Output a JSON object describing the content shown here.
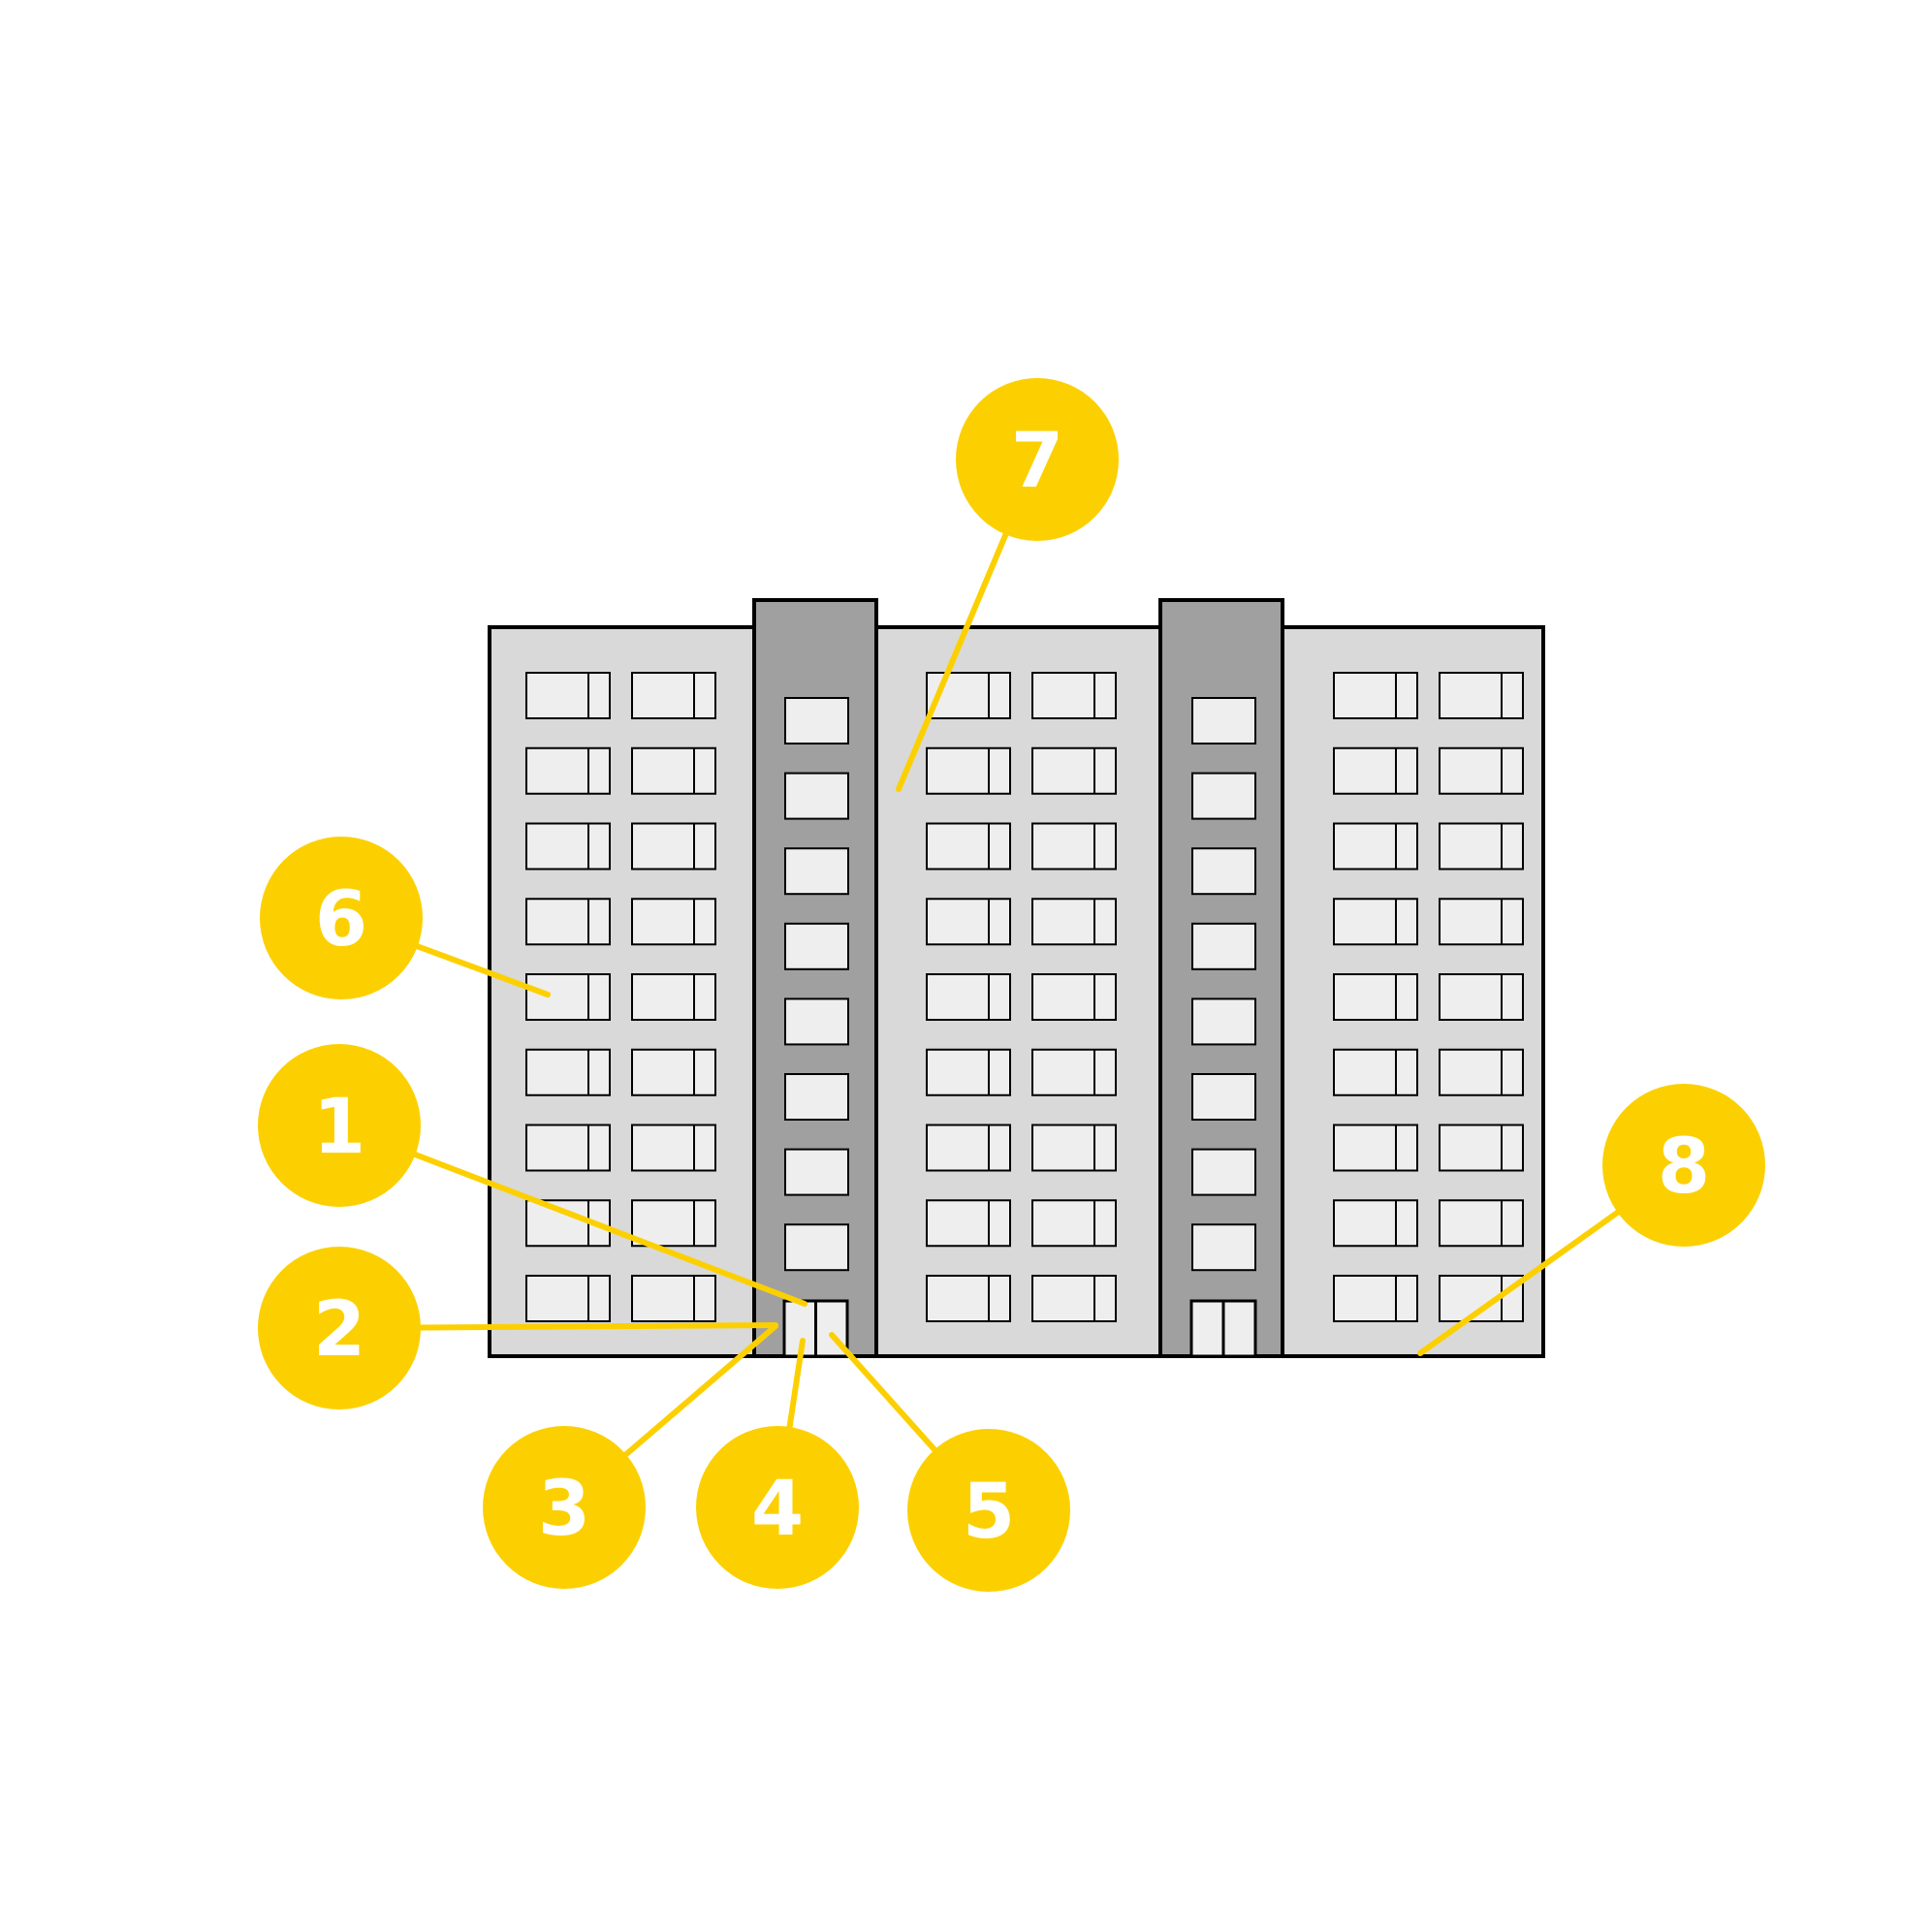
{
  "diagram": {
    "colors": {
      "background": "#ffffff",
      "facade": "#d9d9d9",
      "stairwell": "#a0a0a0",
      "window": "#eeeeee",
      "outline": "#000000",
      "callout": "#fcd000",
      "callout_text": "#ffffff"
    },
    "building": {
      "floors": 9,
      "window_columns_per_block": 2,
      "stairwell_windows": 8
    },
    "callouts": [
      {
        "id": "1",
        "label": "1"
      },
      {
        "id": "2",
        "label": "2"
      },
      {
        "id": "3",
        "label": "3"
      },
      {
        "id": "4",
        "label": "4"
      },
      {
        "id": "5",
        "label": "5"
      },
      {
        "id": "6",
        "label": "6"
      },
      {
        "id": "7",
        "label": "7"
      },
      {
        "id": "8",
        "label": "8"
      }
    ]
  }
}
